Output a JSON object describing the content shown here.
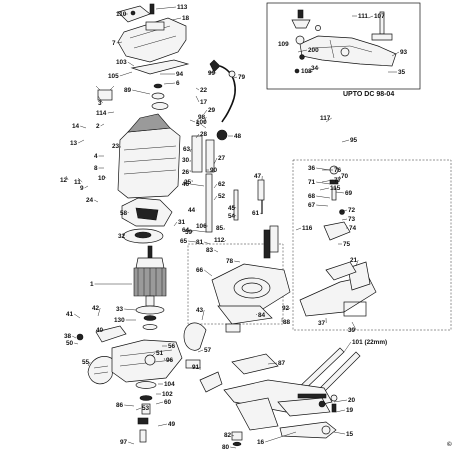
{
  "diagram": {
    "inset_caption": "UPTO DC 98-04",
    "copyright_symbol": "©",
    "part_labels": [
      "113",
      "110",
      "18",
      "7",
      "103",
      "105",
      "94",
      "6",
      "3",
      "89",
      "114",
      "2",
      "14",
      "13",
      "23",
      "4",
      "48",
      "8",
      "12",
      "11",
      "9",
      "10",
      "24",
      "58",
      "31",
      "32",
      "1",
      "33",
      "130",
      "28",
      "63",
      "30",
      "26",
      "25",
      "27",
      "46",
      "62",
      "47",
      "52",
      "45",
      "54",
      "61",
      "64",
      "65",
      "85",
      "81",
      "83",
      "78",
      "66",
      "36",
      "70",
      "71",
      "69",
      "68",
      "67",
      "72",
      "73",
      "74",
      "75",
      "76",
      "77",
      "115",
      "116",
      "108",
      "117",
      "95",
      "107",
      "109",
      "111",
      "200",
      "93",
      "35",
      "34",
      "21",
      "37",
      "39",
      "41",
      "42",
      "40",
      "38",
      "50",
      "51",
      "96",
      "55",
      "56",
      "57",
      "104",
      "102",
      "60",
      "53",
      "86",
      "49",
      "97",
      "82",
      "80",
      "43",
      "91",
      "84",
      "92",
      "88",
      "87",
      "101 (22mm)",
      "20",
      "19",
      "15",
      "16",
      "17",
      "22",
      "99",
      "98",
      "5",
      "29",
      "44",
      "59",
      "79",
      "100",
      "90",
      "106",
      "112"
    ],
    "colors": {
      "ink": "#111111",
      "paper": "#ffffff",
      "shade": "#9a9a9a"
    }
  }
}
